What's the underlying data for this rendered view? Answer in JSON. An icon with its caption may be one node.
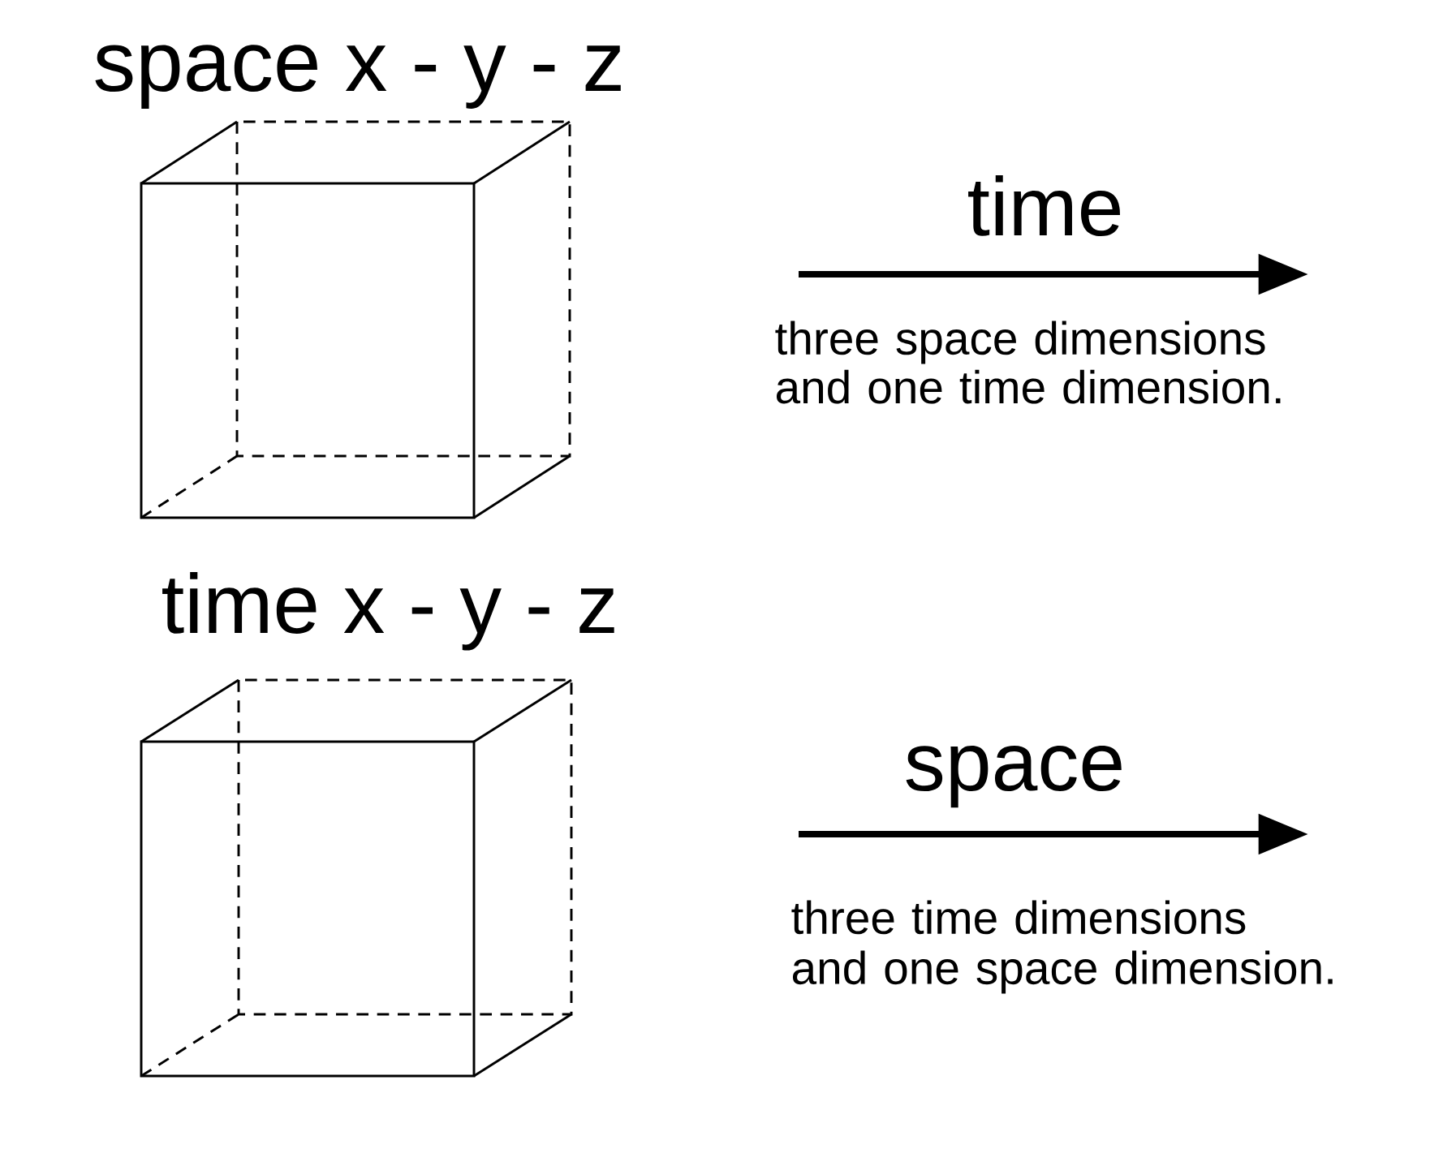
{
  "diagram": {
    "labels": [
      "space x - y - z",
      "time",
      "three space dimensions and one time dimension.",
      "time x - y - z",
      "space",
      "three time dimensions and one space dimension."
    ]
  }
}
